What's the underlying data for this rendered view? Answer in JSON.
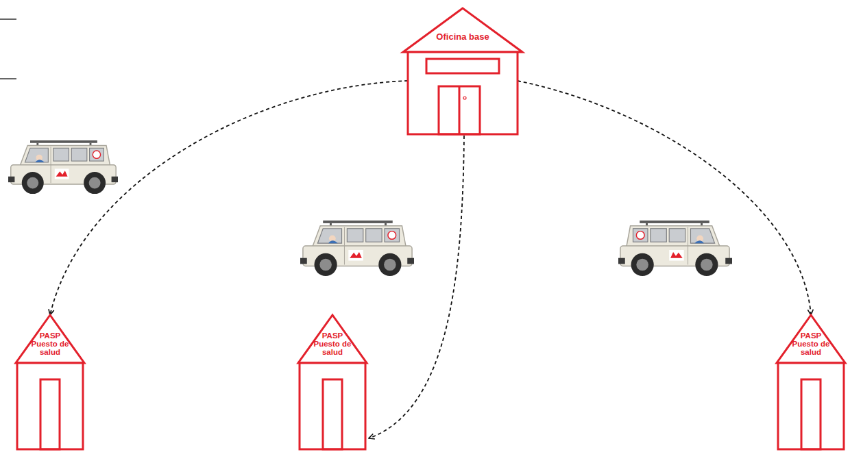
{
  "diagram": {
    "nodes": [
      {
        "text": [
          "Oficina base"
        ]
      },
      {
        "text": [
          "PASP Puesto de salud"
        ]
      },
      {
        "text": [
          "PASP Puesto de salud"
        ]
      },
      {
        "text": [
          "PASP Puesto de salud"
        ]
      }
    ],
    "edges": [
      {
        "from": 0,
        "to": 1,
        "arrow": "to"
      },
      {
        "from": 0,
        "to": 2,
        "arrow": "to"
      },
      {
        "from": 0,
        "to": 3,
        "arrow": "to"
      }
    ]
  }
}
